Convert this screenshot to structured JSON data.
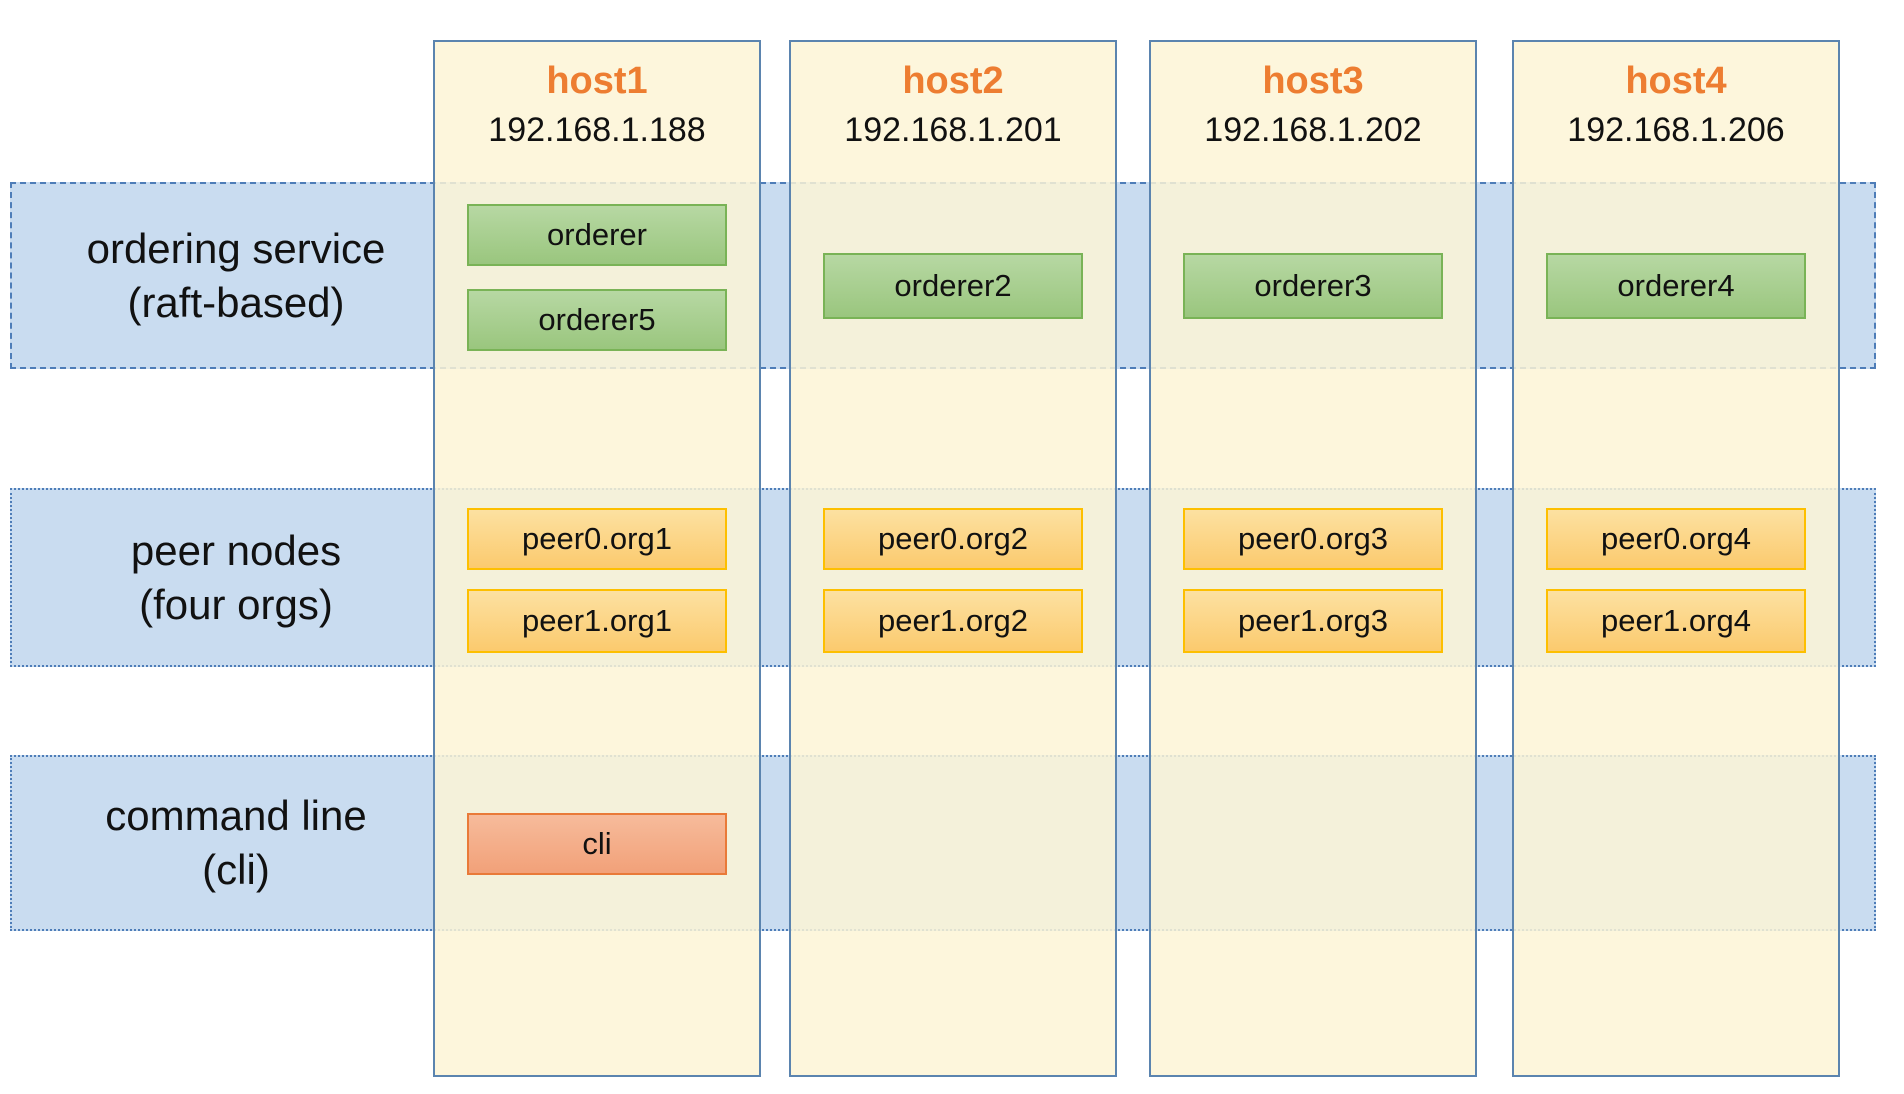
{
  "diagram": {
    "bands": [
      {
        "id": "ordering",
        "label_line1": "ordering service",
        "label_line2": "(raft-based)"
      },
      {
        "id": "peers",
        "label_line1": "peer nodes",
        "label_line2": "(four orgs)"
      },
      {
        "id": "cli",
        "label_line1": "command line",
        "label_line2": "(cli)"
      }
    ],
    "hosts": [
      {
        "name": "host1",
        "ip": "192.168.1.188",
        "orderers": [
          "orderer",
          "orderer5"
        ],
        "peers": [
          "peer0.org1",
          "peer1.org1"
        ],
        "cli": "cli"
      },
      {
        "name": "host2",
        "ip": "192.168.1.201",
        "orderers": [
          "orderer2"
        ],
        "peers": [
          "peer0.org2",
          "peer1.org2"
        ]
      },
      {
        "name": "host3",
        "ip": "192.168.1.202",
        "orderers": [
          "orderer3"
        ],
        "peers": [
          "peer0.org3",
          "peer1.org3"
        ]
      },
      {
        "name": "host4",
        "ip": "192.168.1.206",
        "orderers": [
          "orderer4"
        ],
        "peers": [
          "peer0.org4",
          "peer1.org4"
        ]
      }
    ],
    "colors": {
      "band_fill": "#c9dcf0",
      "band_border": "#4e7db8",
      "column_fill": "#fdf4d5",
      "column_border": "#5b84af",
      "orderer_fill": "#a5cf8e",
      "orderer_border": "#79b356",
      "peer_fill": "#fbd588",
      "peer_border": "#fdbf00",
      "cli_fill": "#f4ad8a",
      "cli_border": "#e97a38",
      "host_title": "#ed7d31",
      "text": "#111111"
    }
  }
}
